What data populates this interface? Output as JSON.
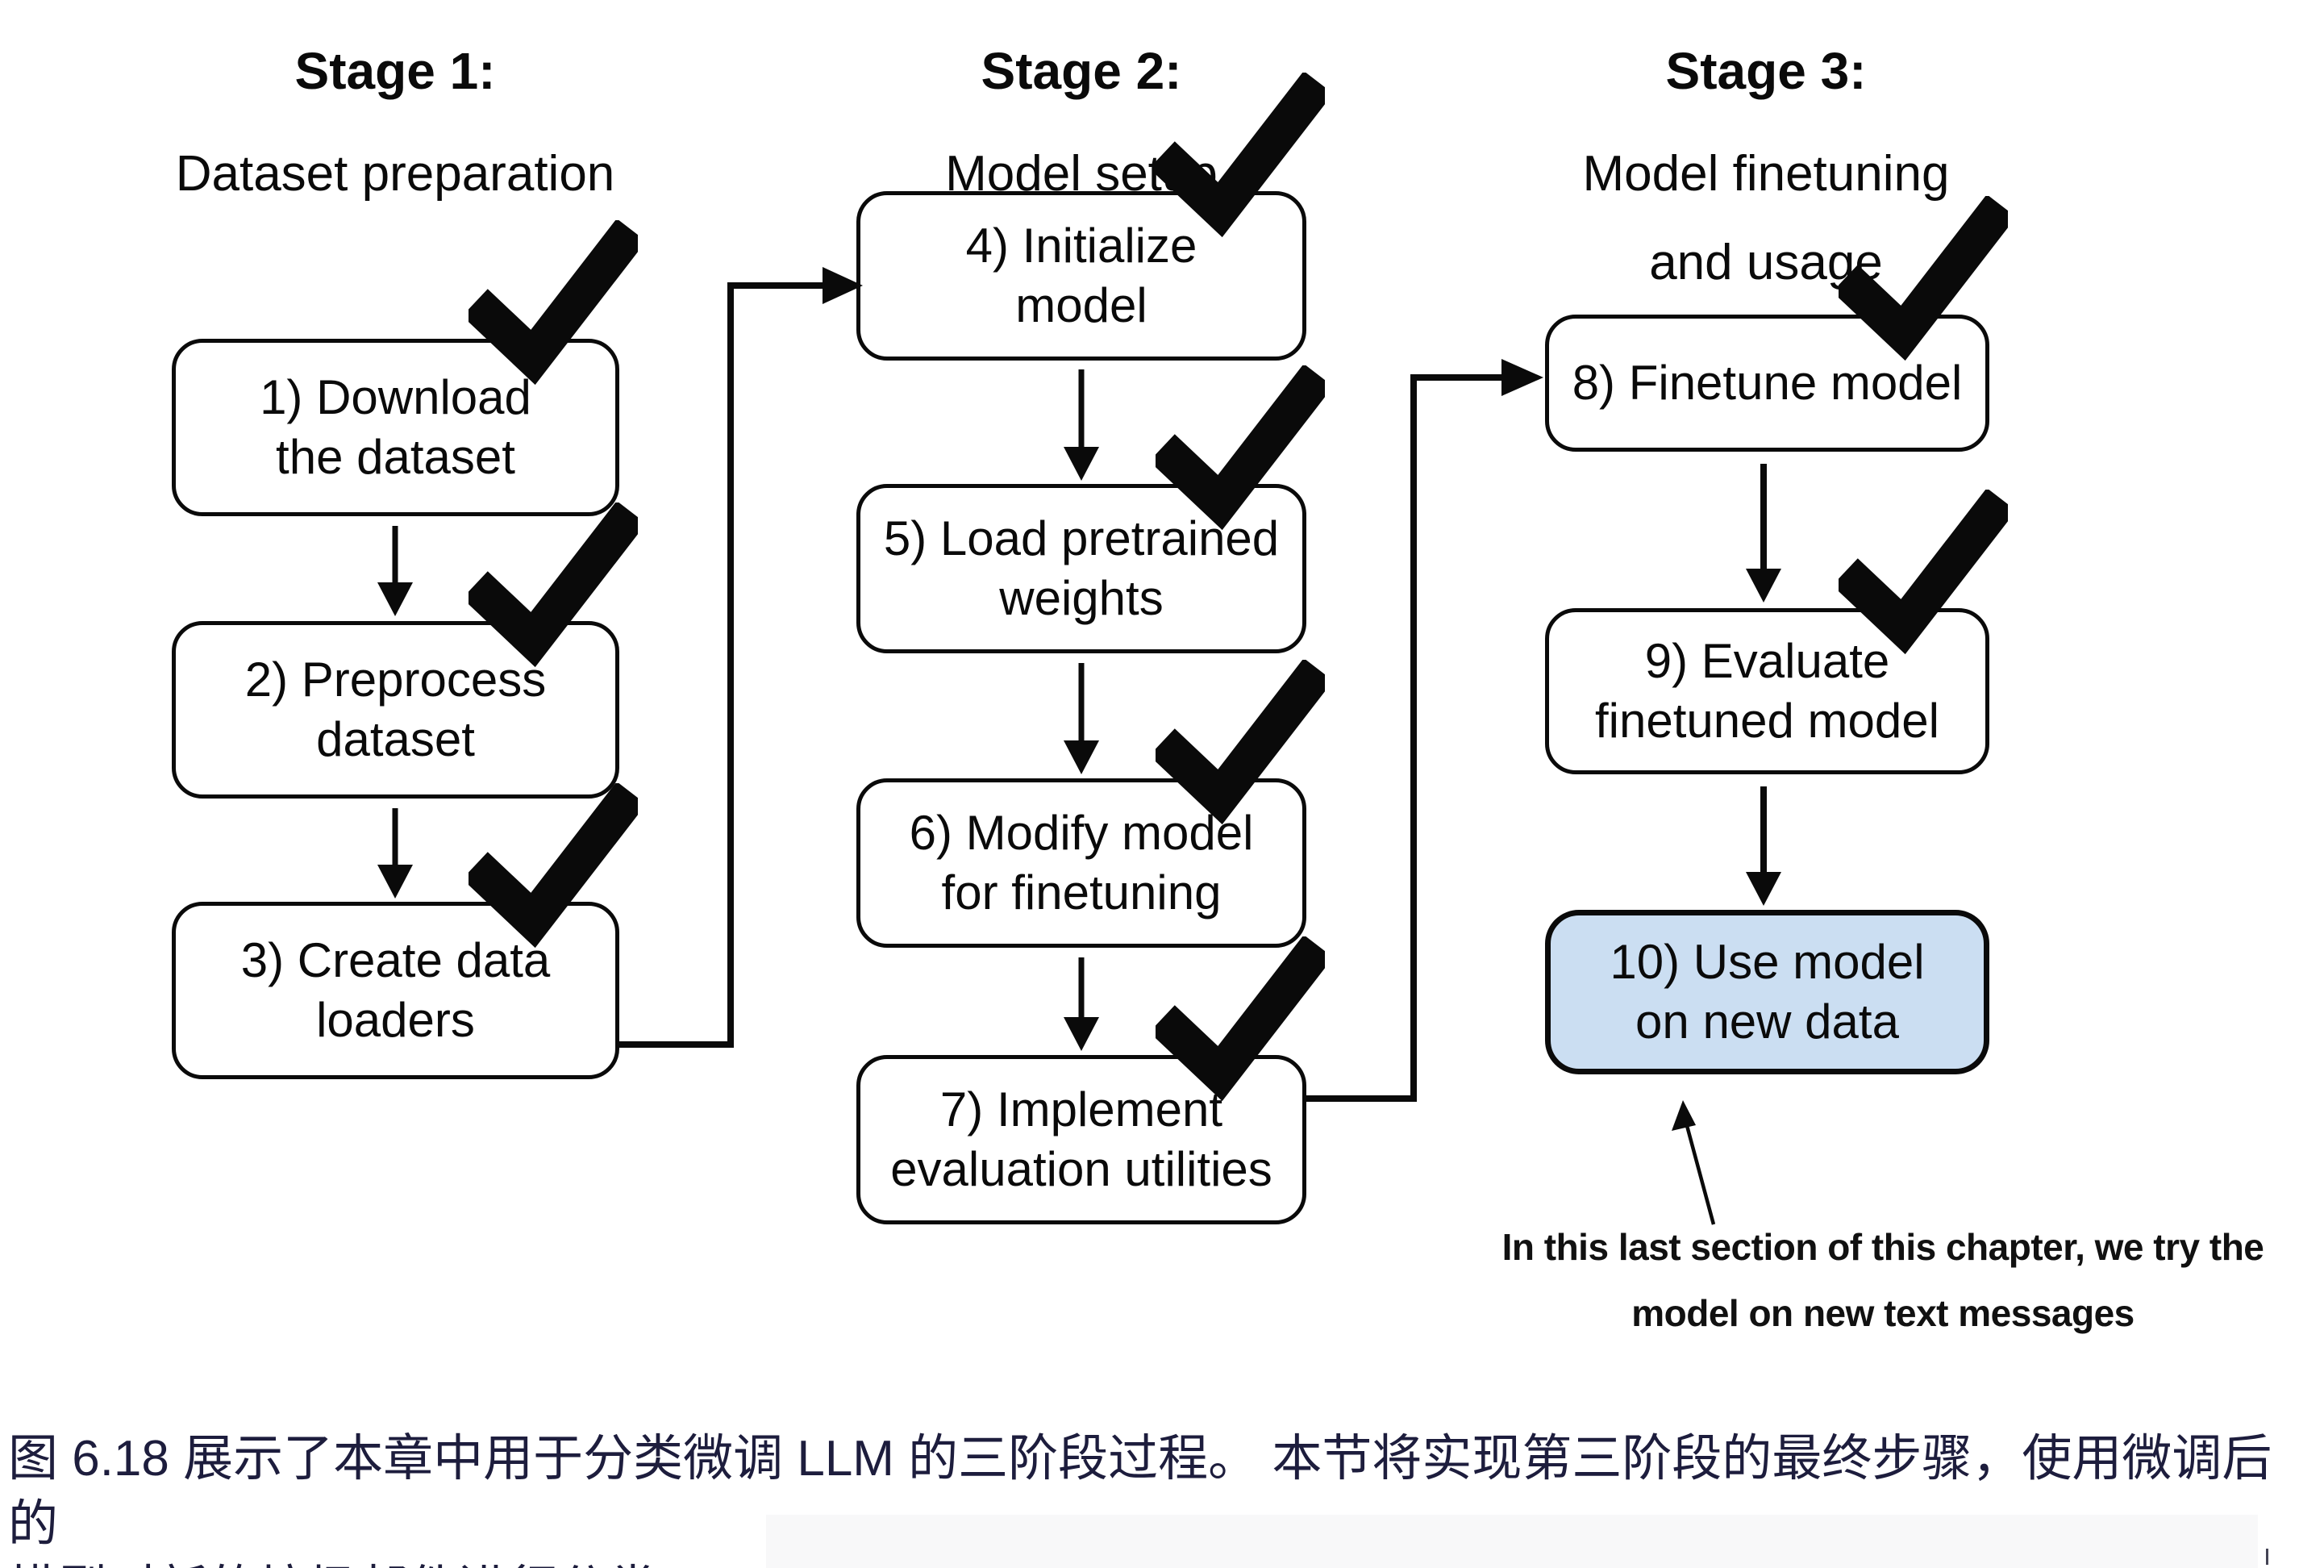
{
  "figure": {
    "columns": [
      {
        "title": "Stage 1:",
        "subtitle": "Dataset preparation",
        "boxes": [
          "1) Download\nthe dataset",
          "2) Preprocess\ndataset",
          "3) Create data\nloaders"
        ]
      },
      {
        "title": "Stage 2:",
        "subtitle": "Model setup",
        "boxes": [
          "4) Initialize\nmodel",
          "5) Load pretrained\nweights",
          "6) Modify model\nfor finetuning",
          "7) Implement\nevaluation utilities"
        ]
      },
      {
        "title": "Stage 3:",
        "subtitle": "Model finetuning\nand usage",
        "boxes": [
          "8) Finetune model",
          "9) Evaluate\nfinetuned model",
          "10) Use model\non new data"
        ]
      }
    ],
    "completed_steps": [
      1,
      2,
      3,
      4,
      5,
      6,
      7,
      8,
      9
    ],
    "highlighted_step": "10) Use model\non new data",
    "annotation": "In this last section of this chapter, we try the\nmodel on new text messages",
    "caption": "图 6.18 展示了本章中用于分类微调 LLM 的三阶段过程。 本节将实现第三阶段的最终步骤，使用微调后的\n模型对新的垃圾邮件进行分类。"
  },
  "colors": {
    "ink": "#0a0a0a",
    "highlight_box_fill": "#cbdef2",
    "caption_text": "#1d1d3d"
  }
}
